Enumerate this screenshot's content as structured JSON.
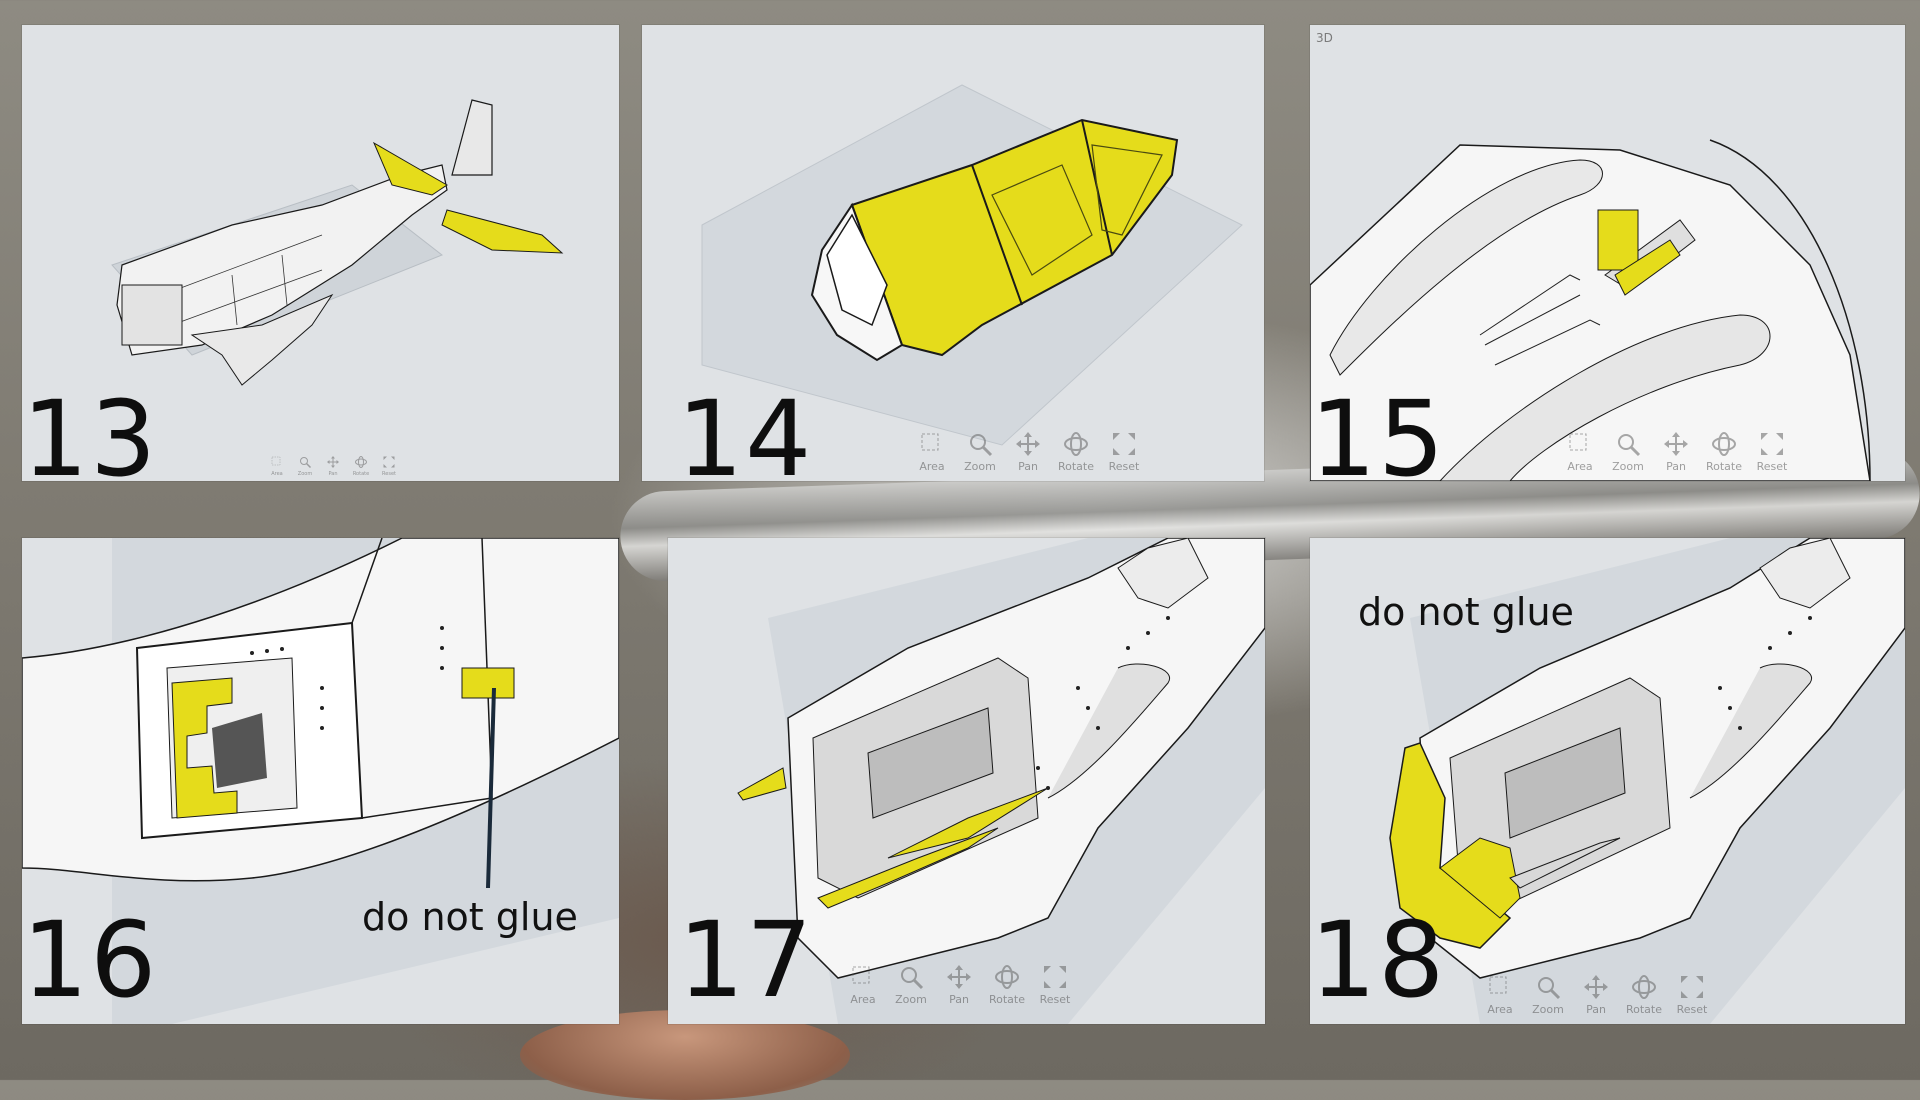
{
  "steps": [
    {
      "number": "13",
      "toolbar": true
    },
    {
      "number": "14",
      "toolbar": true
    },
    {
      "number": "15",
      "view_label": "3D",
      "toolbar": true
    },
    {
      "number": "16",
      "note": "do not glue"
    },
    {
      "number": "17",
      "toolbar": true
    },
    {
      "number": "18",
      "note": "do not glue",
      "toolbar": true
    }
  ],
  "toolbar": {
    "area": "Area",
    "zoom": "Zoom",
    "pan": "Pan",
    "rotate": "Rotate",
    "reset": "Reset"
  },
  "colors": {
    "highlight": "#e5dc1b",
    "panel_bg": "#dfe2e5",
    "model_white": "#f4f4f4",
    "outline": "#1a1a1a",
    "grid": "#c9ced3"
  }
}
